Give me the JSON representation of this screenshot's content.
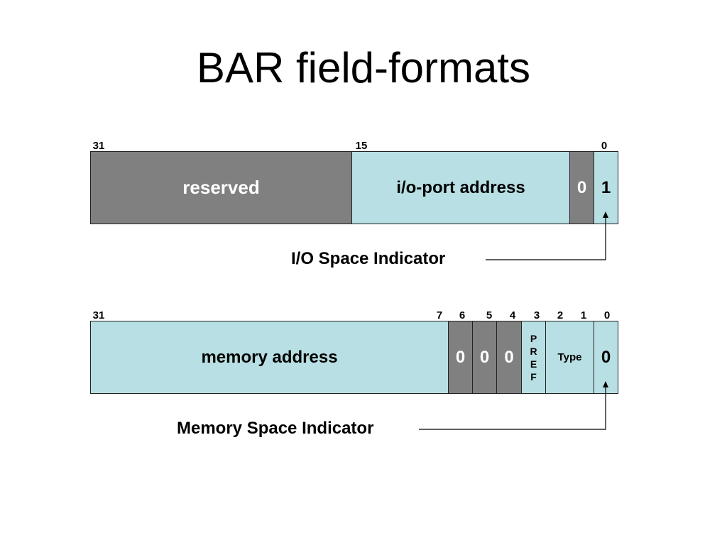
{
  "title": "BAR field-formats",
  "io_bar": {
    "bit_labels": {
      "b31": "31",
      "b15": "15",
      "b0": "0"
    },
    "fields": {
      "reserved": "reserved",
      "port": "i/o-port address",
      "bit1": "0",
      "bit0": "1"
    },
    "indicator": "I/O Space Indicator"
  },
  "mem_bar": {
    "bit_labels": {
      "b31": "31",
      "b7": "7",
      "b6": "6",
      "b5": "5",
      "b4": "4",
      "b3": "3",
      "b2": "2",
      "b1": "1",
      "b0": "0"
    },
    "fields": {
      "address": "memory address",
      "bit6": "0",
      "bit5": "0",
      "bit4": "0",
      "pref": [
        "P",
        "R",
        "E",
        "F"
      ],
      "type": "Type",
      "bit0": "0"
    },
    "indicator": "Memory Space Indicator"
  },
  "colors": {
    "gray": "#808080",
    "cyan": "#b8dfe3"
  }
}
